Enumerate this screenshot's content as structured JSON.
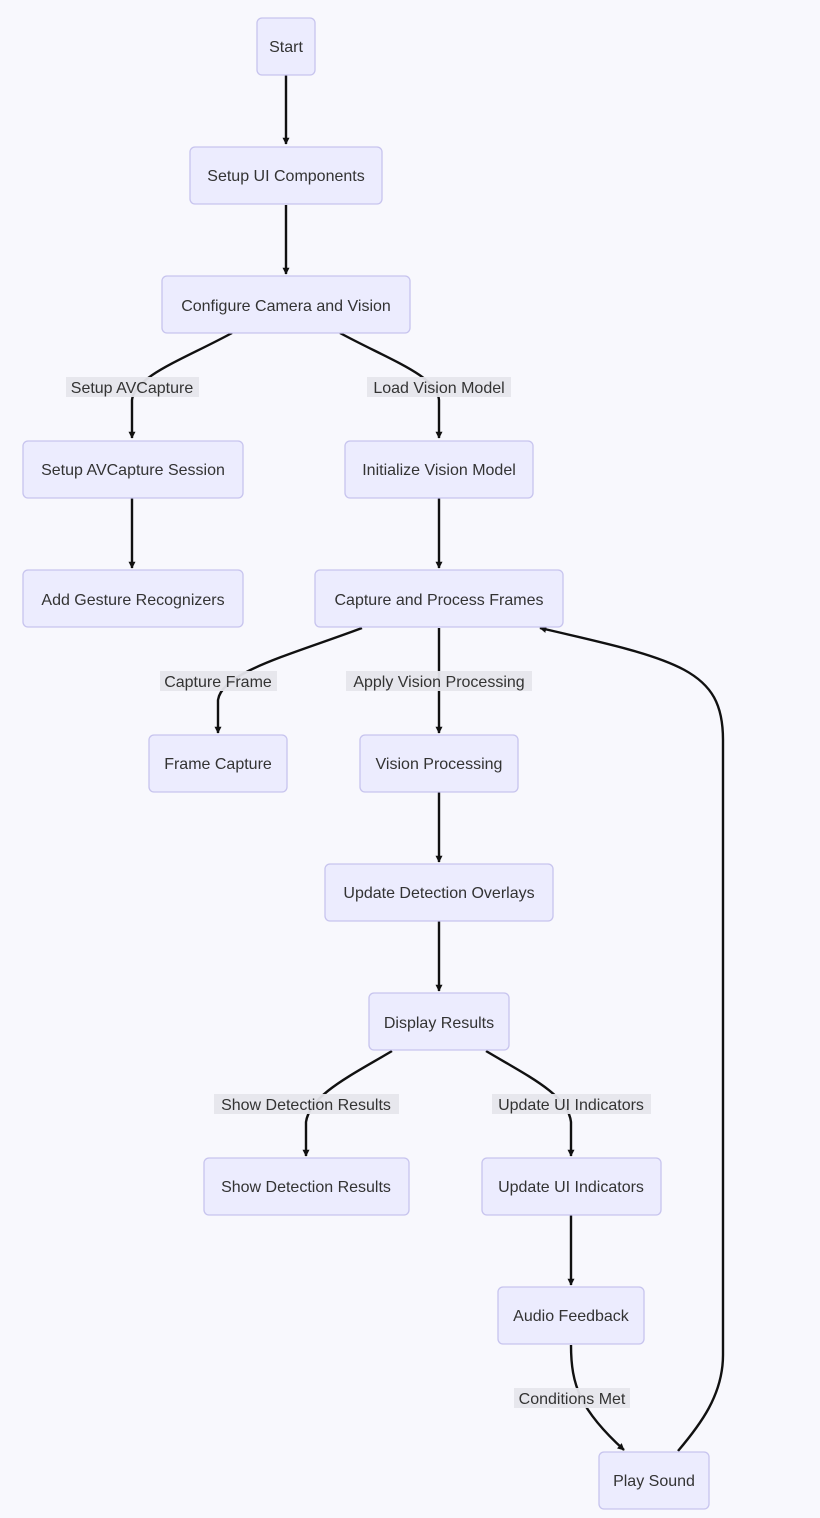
{
  "nodes": {
    "start": "Start",
    "setup_ui": "Setup UI Components",
    "configure": "Configure Camera and Vision",
    "avcapture_session": "Setup AVCapture Session",
    "vision_model": "Initialize Vision Model",
    "gestures": "Add Gesture Recognizers",
    "capture_process": "Capture and Process Frames",
    "frame_capture": "Frame Capture",
    "vision_processing": "Vision Processing",
    "overlays": "Update Detection Overlays",
    "display": "Display Results",
    "show_results": "Show Detection Results",
    "ui_indicators": "Update UI Indicators",
    "audio": "Audio Feedback",
    "play_sound": "Play Sound"
  },
  "edge_labels": {
    "setup_avcapture": "Setup AVCapture",
    "load_vision_model": "Load Vision Model",
    "capture_frame": "Capture Frame",
    "apply_vision": "Apply Vision Processing",
    "show_detection": "Show Detection Results",
    "update_ui": "Update UI Indicators",
    "conditions_met": "Conditions Met"
  },
  "colors": {
    "background": "#f8f8fd",
    "node_fill": "#ececfe",
    "node_border": "#c7c4ee",
    "edge": "#111111",
    "label_bg": "#e6e6ec",
    "text": "#333333"
  }
}
